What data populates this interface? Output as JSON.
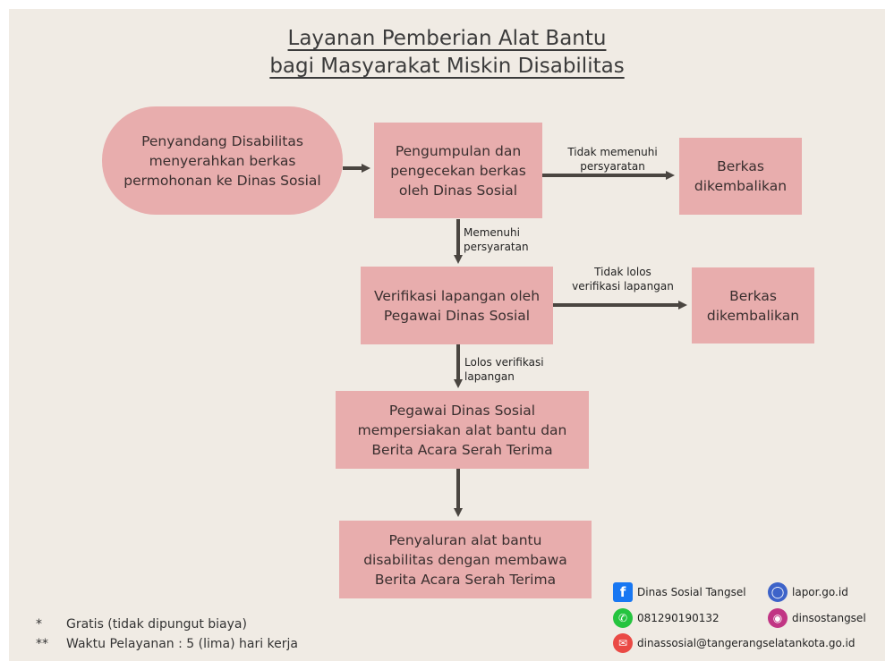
{
  "title": {
    "line1": "Layanan Pemberian Alat Bantu",
    "line2": "bagi Masyarakat Miskin Disabilitas"
  },
  "nodes": {
    "start": "Penyandang Disabilitas\nmenyerahkan berkas\npermohonan ke Dinas Sosial",
    "collect": "Pengumpulan dan\npengecekan berkas\noleh Dinas Sosial",
    "return1": "Berkas\ndikembalikan",
    "verify": "Verifikasi lapangan oleh\nPegawai Dinas Sosial",
    "return2": "Berkas\ndikembalikan",
    "prepare": "Pegawai Dinas Sosial\nmempersiakan alat bantu dan\nBerita Acara Serah Terima",
    "distribute": "Penyaluran alat bantu\ndisabilitas dengan membawa\nBerita Acara Serah Terima"
  },
  "edge_labels": {
    "not_meet": "Tidak memenuhi\npersyaratan",
    "meet": "Memenuhi\npersyaratan",
    "not_pass": "Tidak lolos\nverifikasi lapangan",
    "pass": "Lolos verifikasi\nlapangan"
  },
  "notes": [
    {
      "mark": "*",
      "text": "Gratis (tidak dipungut biaya)"
    },
    {
      "mark": "**",
      "text": "Waktu Pelayanan : 5 (lima) hari kerja"
    }
  ],
  "contacts": {
    "facebook": {
      "icon": "facebook-icon",
      "text": "Dinas Sosial Tangsel"
    },
    "website": {
      "icon": "globe-icon",
      "text": "lapor.go.id"
    },
    "whatsapp": {
      "icon": "whatsapp-icon",
      "text": "081290190132"
    },
    "instagram": {
      "icon": "instagram-icon",
      "text": "dinsostangsel"
    },
    "email": {
      "icon": "mail-icon",
      "text": "dinassosial@tangerangselatankota.go.id"
    }
  },
  "colors": {
    "background": "#f0ebe4",
    "box": "#e8adad",
    "arrow": "#4a4540"
  }
}
